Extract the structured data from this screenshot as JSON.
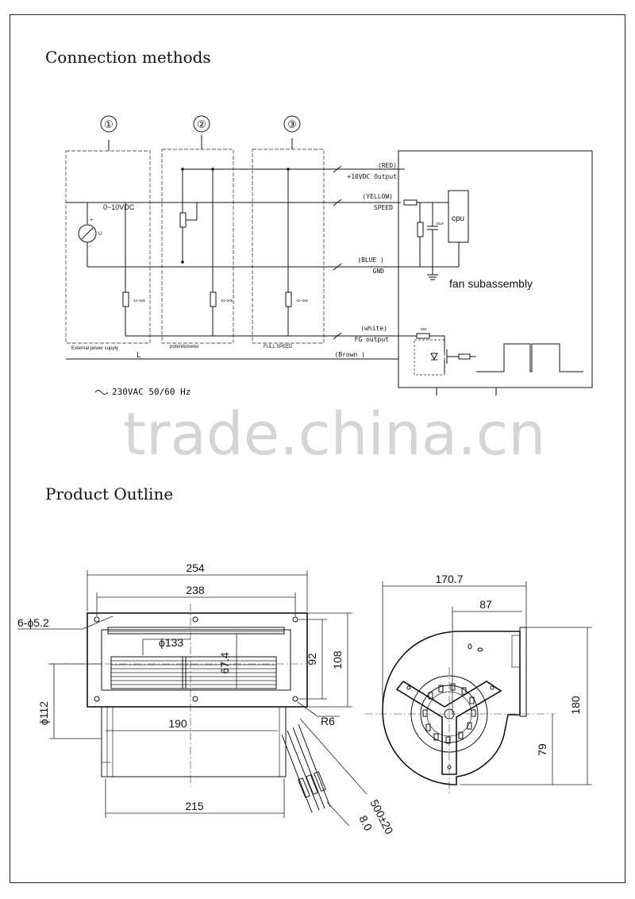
{
  "headings": {
    "connection": "Connection methods",
    "outline": "Product Outline"
  },
  "watermark": "trade.china.cn",
  "connection": {
    "method_markers": [
      "①",
      "②",
      "③"
    ],
    "box1_label": "External power supply",
    "box2_label": "potentiometer",
    "box3_label": "FULL SPEED",
    "input_voltage": "0~10VDC",
    "meter_letter": "U",
    "resistor_value": "10~20k",
    "line_letter": "L",
    "wires": {
      "red": "(RED)",
      "red_desc": "+10VDC Output",
      "yellow": "(YELLOW)",
      "yellow_desc": "SPEED",
      "blue": "(BLUE )",
      "blue_desc": "GND",
      "white": "(white)",
      "white_desc": "FG output",
      "brown": "(Brown )"
    },
    "cpu_label": "cpu",
    "capacitor_label": "10uF",
    "fg_resistor": "680",
    "subassembly_label": "fan subassembly",
    "ac_supply": "230VAC 50/60 Hz"
  },
  "outline": {
    "dims": {
      "width_254": "254",
      "width_238": "238",
      "holes": "6-ϕ5.2",
      "dia_133": "ϕ133",
      "h_67_4": "67.4",
      "h_92": "92",
      "h_108": "108",
      "dia_112": "ϕ112",
      "w_190": "190",
      "r6": "R6",
      "w_215": "215",
      "cable_8": "8.0",
      "cable_500": "500±20",
      "side_170_7": "170.7",
      "side_87": "87",
      "side_180": "180",
      "side_79": "79"
    }
  }
}
